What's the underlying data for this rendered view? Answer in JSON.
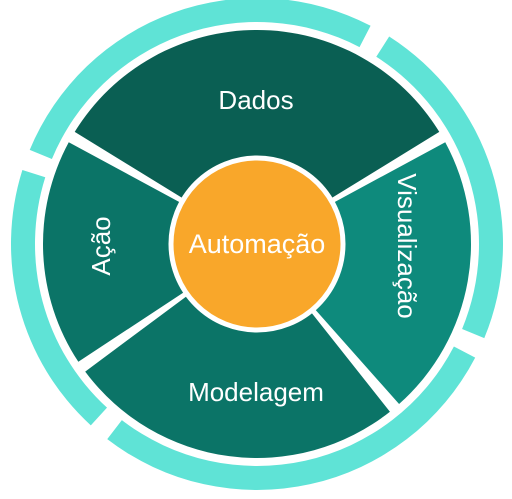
{
  "diagram": {
    "center_label": "Automação",
    "segments": [
      {
        "label": "Dados"
      },
      {
        "label": "Visualização"
      },
      {
        "label": "Modelagem"
      },
      {
        "label": "Ação"
      }
    ],
    "colors": {
      "outer_ring": "#5fe3d6",
      "dados": "#0a5f53",
      "visualizacao": "#0e8a7c",
      "modelagem": "#0b7467",
      "acao": "#0b7467",
      "center": "#f9a72a",
      "separator": "#ffffff"
    }
  }
}
